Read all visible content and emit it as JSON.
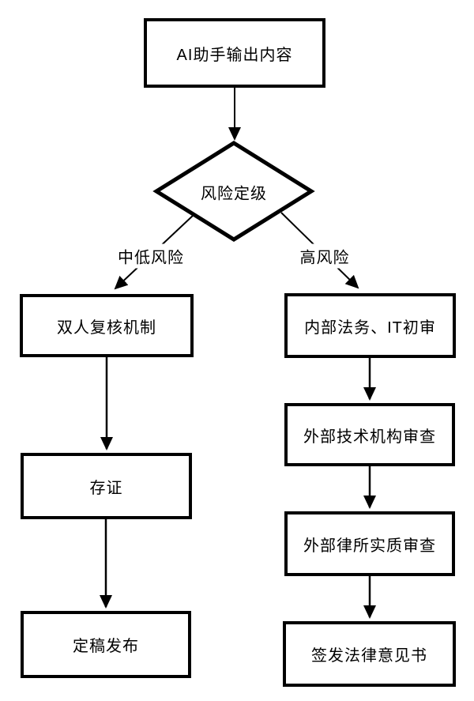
{
  "diagram": {
    "type": "flowchart",
    "nodes": [
      {
        "id": "ai-output",
        "type": "rect",
        "label": "AI助手输出内容"
      },
      {
        "id": "risk-rating",
        "type": "diamond",
        "label": "风险定级"
      },
      {
        "id": "dual-review",
        "type": "rect",
        "label": "双人复核机制"
      },
      {
        "id": "evidence",
        "type": "rect",
        "label": "存证"
      },
      {
        "id": "final-release",
        "type": "rect",
        "label": "定稿发布"
      },
      {
        "id": "internal-review",
        "type": "rect",
        "label": "内部法务、IT初审"
      },
      {
        "id": "external-tech-review",
        "type": "rect",
        "label": "外部技术机构审查"
      },
      {
        "id": "external-lawfirm",
        "type": "rect",
        "label": "外部律所实质审查"
      },
      {
        "id": "legal-opinion",
        "type": "rect",
        "label": "签发法律意见书"
      }
    ],
    "edges": [
      {
        "from": "ai-output",
        "to": "risk-rating",
        "label": ""
      },
      {
        "from": "risk-rating",
        "to": "dual-review",
        "label": "中低风险"
      },
      {
        "from": "risk-rating",
        "to": "internal-review",
        "label": "高风险"
      },
      {
        "from": "dual-review",
        "to": "evidence",
        "label": ""
      },
      {
        "from": "evidence",
        "to": "final-release",
        "label": ""
      },
      {
        "from": "internal-review",
        "to": "external-tech-review",
        "label": ""
      },
      {
        "from": "external-tech-review",
        "to": "external-lawfirm",
        "label": ""
      },
      {
        "from": "external-lawfirm",
        "to": "legal-opinion",
        "label": ""
      }
    ],
    "colors": {
      "stroke": "#000000",
      "text": "#000000",
      "background": "#ffffff"
    }
  }
}
